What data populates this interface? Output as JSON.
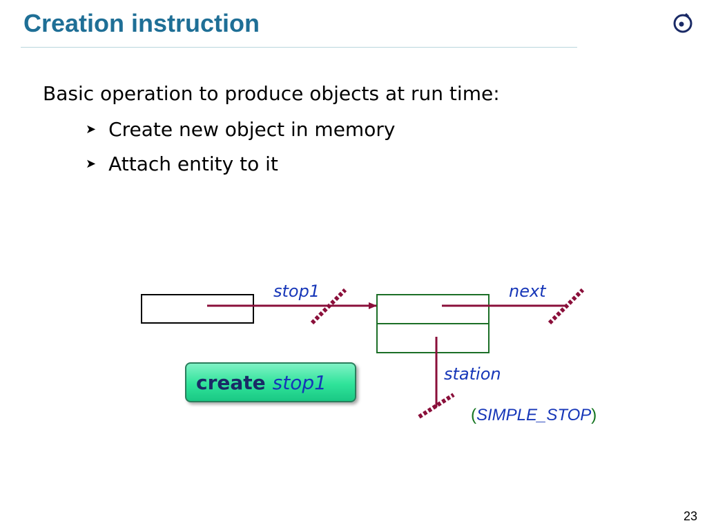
{
  "slide": {
    "title": "Creation instruction",
    "page_number": "23",
    "intro": "Basic operation to produce objects at run time:",
    "bullets": [
      "Create new object in memory",
      "Attach entity to it"
    ]
  },
  "diagram": {
    "labels": {
      "stop1": "stop1",
      "next": "next",
      "station": "station"
    },
    "type_name": "SIMPLE_STOP",
    "type_open": "(",
    "type_close": ")",
    "instruction": {
      "keyword": "create",
      "target": "stop1"
    }
  },
  "colors": {
    "title": "#1f6f96",
    "arrow": "#8a0f3a",
    "object_border": "#1b6e26",
    "identifier": "#1636b8",
    "keyword": "#1a2a66",
    "instruction_fill": "#2fe39a"
  }
}
